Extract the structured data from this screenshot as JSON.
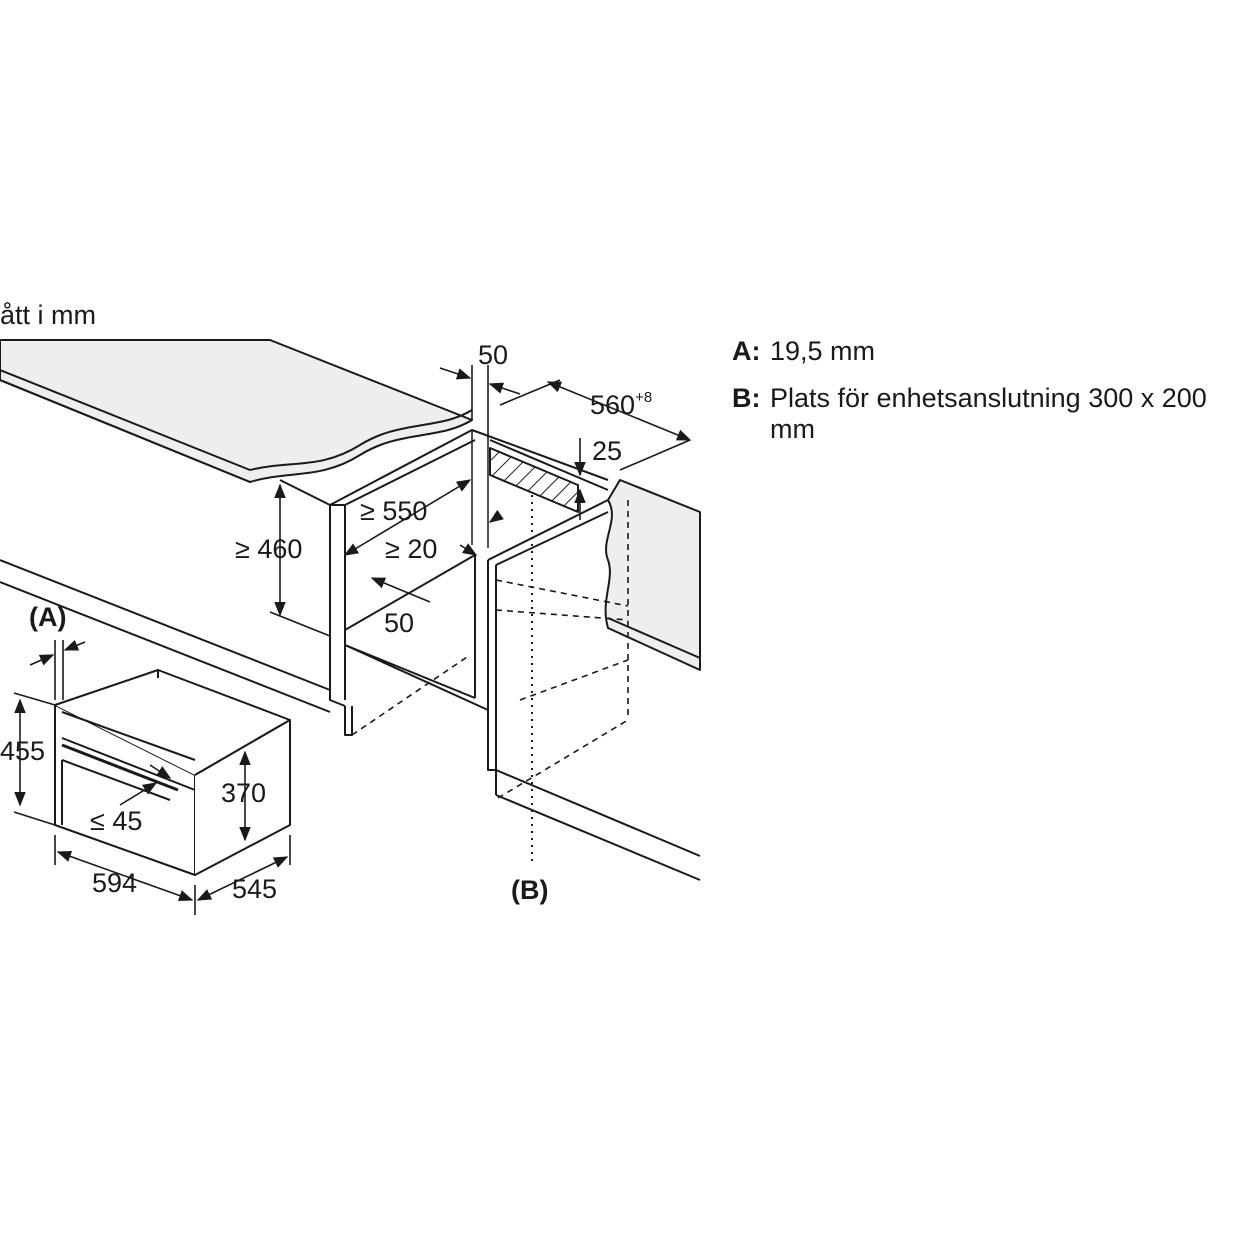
{
  "unit_note": "ått i mm",
  "legend": [
    {
      "key": "A:",
      "text": "19,5 mm"
    },
    {
      "key": "B:",
      "text": "Plats för enhetsanslutning 300 x 200 mm"
    }
  ],
  "dimensions": {
    "gap_top": "50",
    "niche_width": "560",
    "niche_width_tolerance": "+8",
    "vent_height": "25",
    "depth_min": "≥ 550",
    "gap_min": "≥ 20",
    "niche_height_min": "≥ 460",
    "floor_gap": "50",
    "callout_a": "(A)",
    "callout_b": "(B)",
    "oven_height": "455",
    "oven_inner_height": "370",
    "handle_depth": "≤ 45",
    "oven_width": "594",
    "oven_depth": "545"
  }
}
